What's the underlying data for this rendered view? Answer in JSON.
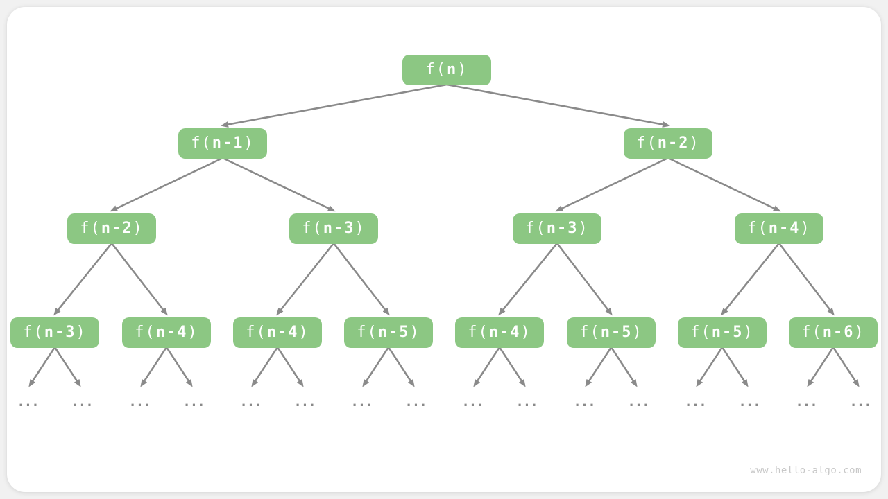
{
  "watermark": "www.hello-algo.com",
  "colors": {
    "page_background": "#F1F1F1",
    "canvas": "#FFFFFF",
    "node_fill": "#8CC783",
    "node_text": "#FFFFFF",
    "arrow": "#8A8A8A",
    "ellipsis": "#8A8A8A",
    "watermark_text": "#C8C8C8"
  },
  "tree": {
    "ellipsis": "...",
    "nodes": [
      {
        "label": "f(n)",
        "pre": "f(",
        "var": "n",
        "post": ")",
        "level": 1
      },
      {
        "label": "f(n-1)",
        "pre": "f(",
        "var": "n-1",
        "post": ")",
        "level": 2
      },
      {
        "label": "f(n-2)",
        "pre": "f(",
        "var": "n-2",
        "post": ")",
        "level": 2
      },
      {
        "label": "f(n-2)",
        "pre": "f(",
        "var": "n-2",
        "post": ")",
        "level": 3
      },
      {
        "label": "f(n-3)",
        "pre": "f(",
        "var": "n-3",
        "post": ")",
        "level": 3
      },
      {
        "label": "f(n-3)",
        "pre": "f(",
        "var": "n-3",
        "post": ")",
        "level": 3
      },
      {
        "label": "f(n-4)",
        "pre": "f(",
        "var": "n-4",
        "post": ")",
        "level": 3
      },
      {
        "label": "f(n-3)",
        "pre": "f(",
        "var": "n-3",
        "post": ")",
        "level": 4
      },
      {
        "label": "f(n-4)",
        "pre": "f(",
        "var": "n-4",
        "post": ")",
        "level": 4
      },
      {
        "label": "f(n-4)",
        "pre": "f(",
        "var": "n-4",
        "post": ")",
        "level": 4
      },
      {
        "label": "f(n-5)",
        "pre": "f(",
        "var": "n-5",
        "post": ")",
        "level": 4
      },
      {
        "label": "f(n-4)",
        "pre": "f(",
        "var": "n-4",
        "post": ")",
        "level": 4
      },
      {
        "label": "f(n-5)",
        "pre": "f(",
        "var": "n-5",
        "post": ")",
        "level": 4
      },
      {
        "label": "f(n-5)",
        "pre": "f(",
        "var": "n-5",
        "post": ")",
        "level": 4
      },
      {
        "label": "f(n-6)",
        "pre": "f(",
        "var": "n-6",
        "post": ")",
        "level": 4
      }
    ],
    "edges": [
      [
        0,
        1
      ],
      [
        0,
        2
      ],
      [
        1,
        3
      ],
      [
        1,
        4
      ],
      [
        2,
        5
      ],
      [
        2,
        6
      ],
      [
        3,
        7
      ],
      [
        3,
        8
      ],
      [
        4,
        9
      ],
      [
        4,
        10
      ],
      [
        5,
        11
      ],
      [
        5,
        12
      ],
      [
        6,
        13
      ],
      [
        6,
        14
      ]
    ],
    "leaf_ellipsis_count": 16
  }
}
